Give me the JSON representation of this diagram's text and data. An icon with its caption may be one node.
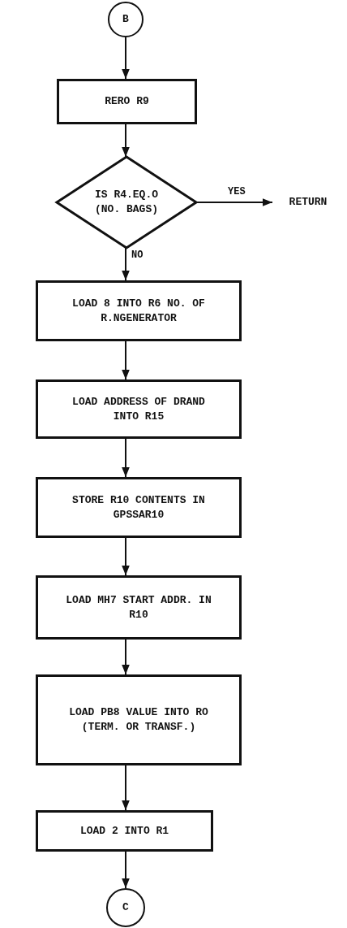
{
  "diagram": {
    "nodes": [
      {
        "text": [
          "B"
        ]
      },
      {
        "text": [
          "RERO R9"
        ]
      },
      {
        "text": [
          "IS R4.EQ.O (NO. BAGS)"
        ]
      },
      {
        "text": [
          "RETURN"
        ]
      },
      {
        "text": [
          "LOAD 8 INTO R6 NO. OF R.NGENERATOR"
        ]
      },
      {
        "text": [
          "LOAD ADDRESS OF DRAND INTO R15"
        ]
      },
      {
        "text": [
          "STORE R10 CONTENTS IN GPSSAR10"
        ]
      },
      {
        "text": [
          "LOAD MH7 START ADDR. IN R10"
        ]
      },
      {
        "text": [
          "LOAD PB8 VALUE INTO RO (TERM. OR TRANSF.)"
        ]
      },
      {
        "text": [
          "LOAD 2 INTO R1"
        ]
      },
      {
        "text": [
          "C"
        ]
      }
    ],
    "edges": [
      {
        "from": 0,
        "to": 1,
        "arrow": "to"
      },
      {
        "from": 1,
        "to": 2,
        "arrow": "to"
      },
      {
        "from": 2,
        "to": 3,
        "arrow": "to",
        "label": "YES"
      },
      {
        "from": 2,
        "to": 4,
        "arrow": "to",
        "label": "NO"
      },
      {
        "from": 4,
        "to": 5,
        "arrow": "to"
      },
      {
        "from": 5,
        "to": 6,
        "arrow": "to"
      },
      {
        "from": 6,
        "to": 7,
        "arrow": "to"
      },
      {
        "from": 7,
        "to": 8,
        "arrow": "to"
      },
      {
        "from": 8,
        "to": 9,
        "arrow": "to"
      },
      {
        "from": 9,
        "to": 10,
        "arrow": "to"
      }
    ]
  }
}
